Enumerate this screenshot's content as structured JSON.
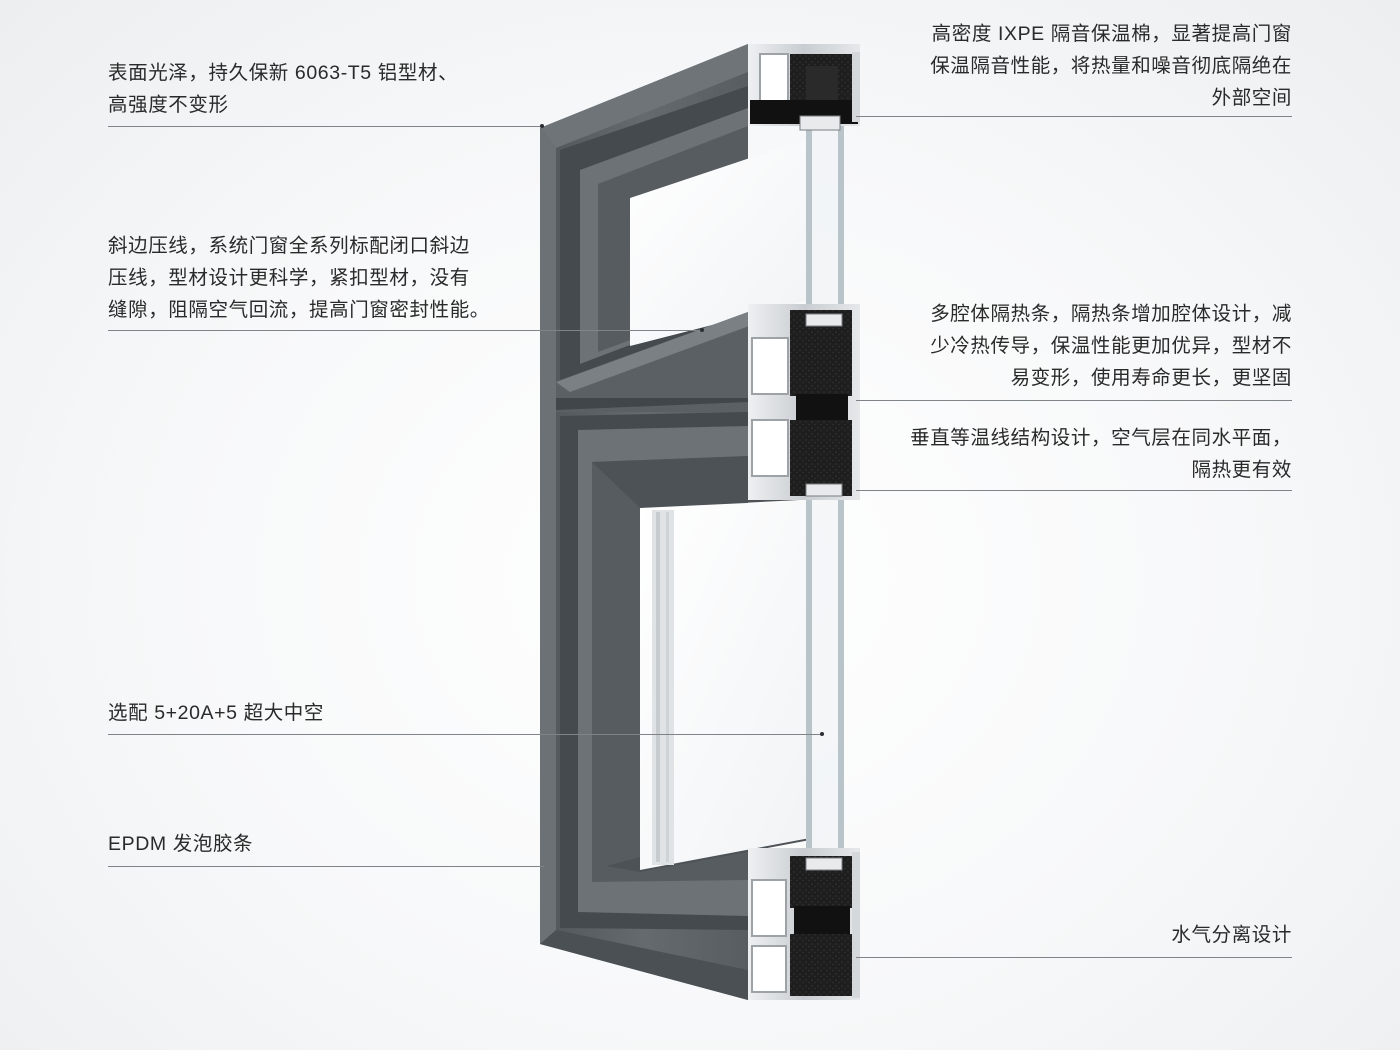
{
  "callouts": {
    "surface": [
      "表面光泽，持久保新 6063-T5 铝型材、",
      "高强度不变形"
    ],
    "bevel": [
      "斜边压线，系统门窗全系列标配闭口斜边",
      "压线，型材设计更科学，紧扣型材，没有",
      "缝隙，阻隔空气回流，提高门窗密封性能。"
    ],
    "glass": [
      "选配 5+20A+5 超大中空"
    ],
    "epdm": [
      "EPDM 发泡胶条"
    ],
    "ixpe": [
      "高密度 IXPE 隔音保温棉，显著提高门窗",
      "保温隔音性能，将热量和噪音彻底隔绝在",
      "外部空间"
    ],
    "thermal": [
      "多腔体隔热条，隔热条增加腔体设计，减",
      "少冷热传导，保温性能更加优异，型材不",
      "易变形，使用寿命更长，更坚固"
    ],
    "isotherm": [
      "垂直等温线结构设计，空气层在同水平面，",
      "隔热更有效"
    ],
    "water": [
      "水气分离设计"
    ]
  },
  "colors": {
    "frame": "#5d6367",
    "frame_dark": "#42474b",
    "frame_light": "#8a9095",
    "foam": "#1c1c1c",
    "profile_silver": "#d9dcdf",
    "glass": "#c9d2d8"
  }
}
